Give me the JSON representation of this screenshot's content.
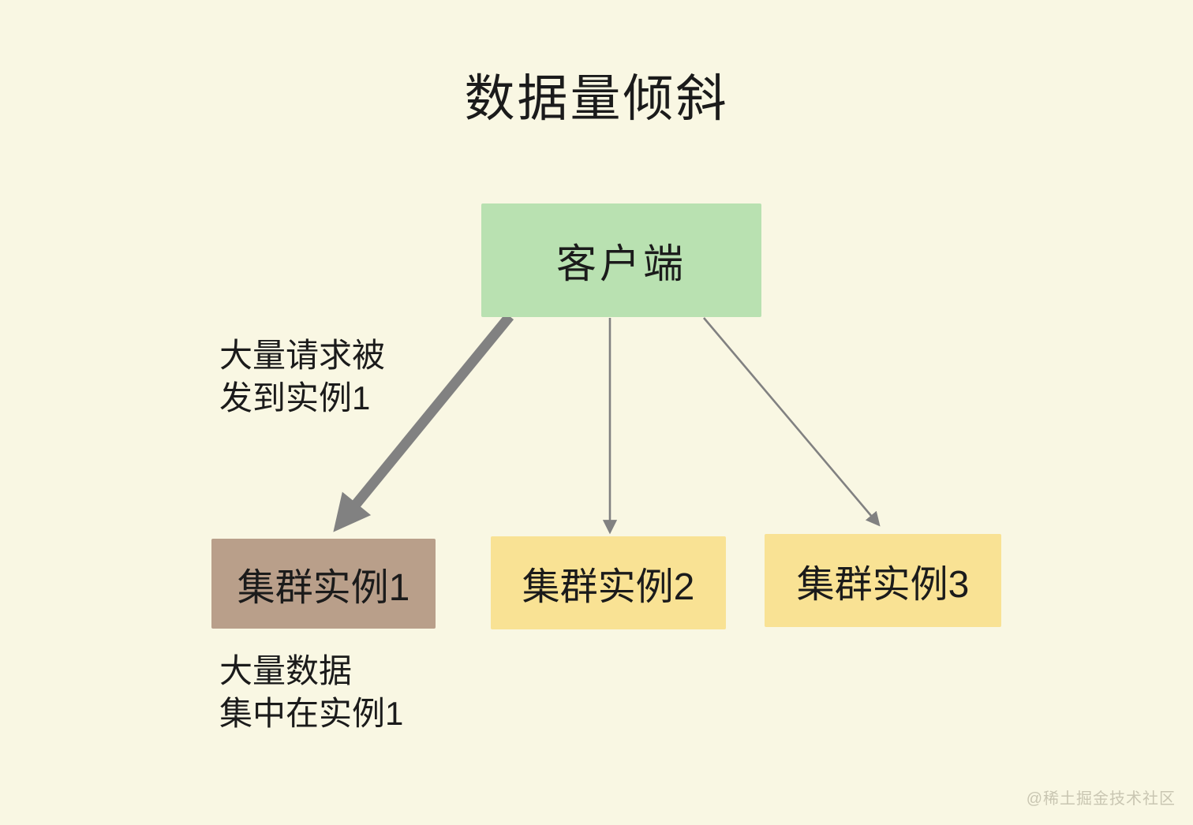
{
  "diagram": {
    "title": "数据量倾斜",
    "nodes": {
      "client": {
        "label": "客户端"
      },
      "instance1": {
        "label": "集群实例1"
      },
      "instance2": {
        "label": "集群实例2"
      },
      "instance3": {
        "label": "集群实例3"
      }
    },
    "edges": [
      {
        "from": "client",
        "to": "instance1",
        "style": "thick",
        "meaning": "most requests routed to instance 1"
      },
      {
        "from": "client",
        "to": "instance2",
        "style": "thin"
      },
      {
        "from": "client",
        "to": "instance3",
        "style": "thin"
      }
    ],
    "annotations": {
      "requests": {
        "line1": "大量请求被",
        "line2": "发到实例1"
      },
      "data": {
        "line1": "大量数据",
        "line2": "集中在实例1"
      }
    }
  },
  "watermark": "@稀土掘金技术社区",
  "colors": {
    "bg": "#f9f7e3",
    "client_fill": "#b9e1b1",
    "instance1_fill": "#b99f8a",
    "instance2_fill": "#f9e294",
    "instance3_fill": "#f9e294",
    "arrow": "#818181",
    "text": "#1b1b1b",
    "watermark": "#c9c6b2"
  }
}
